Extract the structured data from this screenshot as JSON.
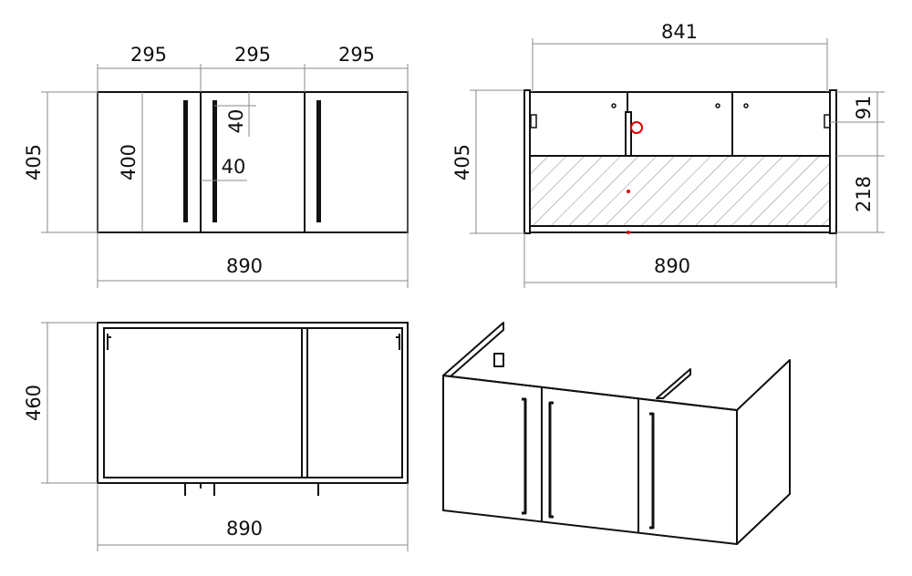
{
  "front_view": {
    "door_widths": [
      "295",
      "295",
      "295"
    ],
    "height": "405",
    "door_height": "400",
    "handle_offset_top": "40",
    "handle_offset_side": "40",
    "width": "890"
  },
  "back_view": {
    "inner_width": "841",
    "height": "405",
    "top_offset": "91",
    "panel_height": "218",
    "width": "890",
    "accent_color": "#e00000"
  },
  "top_view": {
    "depth": "460",
    "width": "890"
  }
}
